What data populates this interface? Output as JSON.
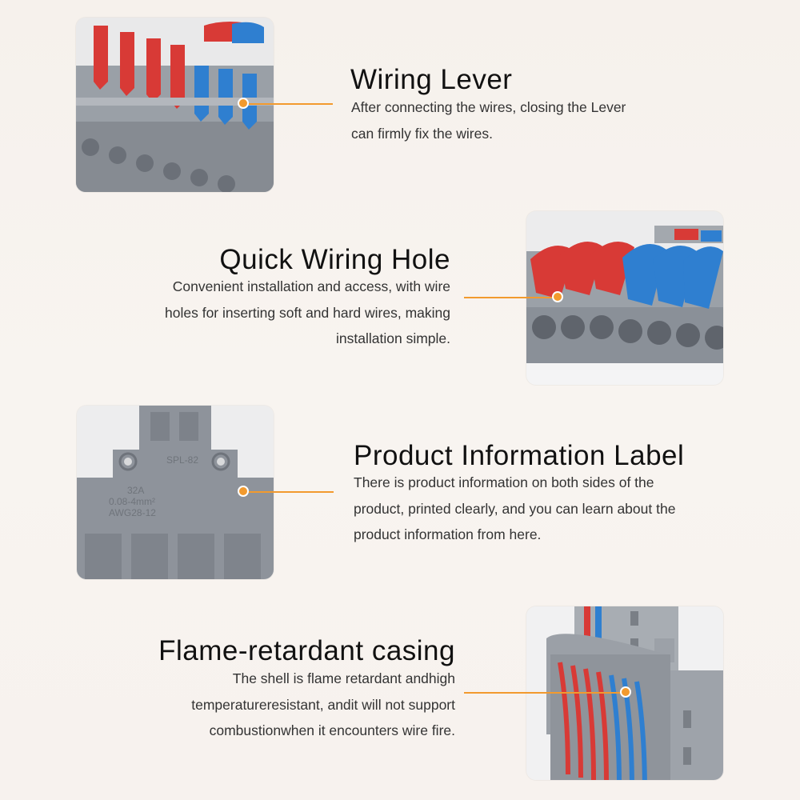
{
  "sections": [
    {
      "title": "Wiring Lever",
      "lines": [
        "After connecting the wires, closing the Lever",
        "can firmly fix the wires."
      ]
    },
    {
      "title": "Quick Wiring Hole",
      "lines": [
        "Convenient installation and access, with wire",
        "holes for inserting soft and hard wires, making",
        "installation simple."
      ]
    },
    {
      "title": "Product Information Label",
      "lines": [
        "There is product information on both sides of the",
        "product, printed clearly, and you can learn about the",
        "product information from here."
      ]
    },
    {
      "title": "Flame-retardant casing",
      "lines": [
        "The shell is flame retardant andhigh",
        "temperatureresistant, andit will not support",
        "combustionwhen it encounters wire fire."
      ]
    }
  ],
  "product_label": {
    "model": "SPL-82",
    "current": "32A",
    "section": "0.08-4mm²",
    "awg": "AWG28-12"
  },
  "colors": {
    "accent": "#f29a2e",
    "lever_red": "#d83a36",
    "lever_blue": "#2f7fd0",
    "housing_gray": "#8e939b"
  }
}
